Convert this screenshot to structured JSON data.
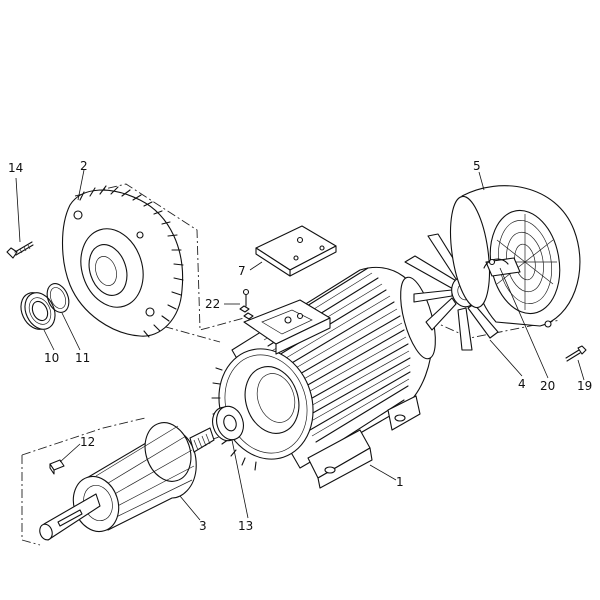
{
  "callouts": {
    "c1": "1",
    "c2": "2",
    "c3": "3",
    "c4": "4",
    "c5": "5",
    "c7": "7",
    "c10": "10",
    "c11": "11",
    "c12": "12",
    "c13": "13",
    "c14": "14",
    "c19": "19",
    "c20": "20",
    "c22": "22"
  }
}
